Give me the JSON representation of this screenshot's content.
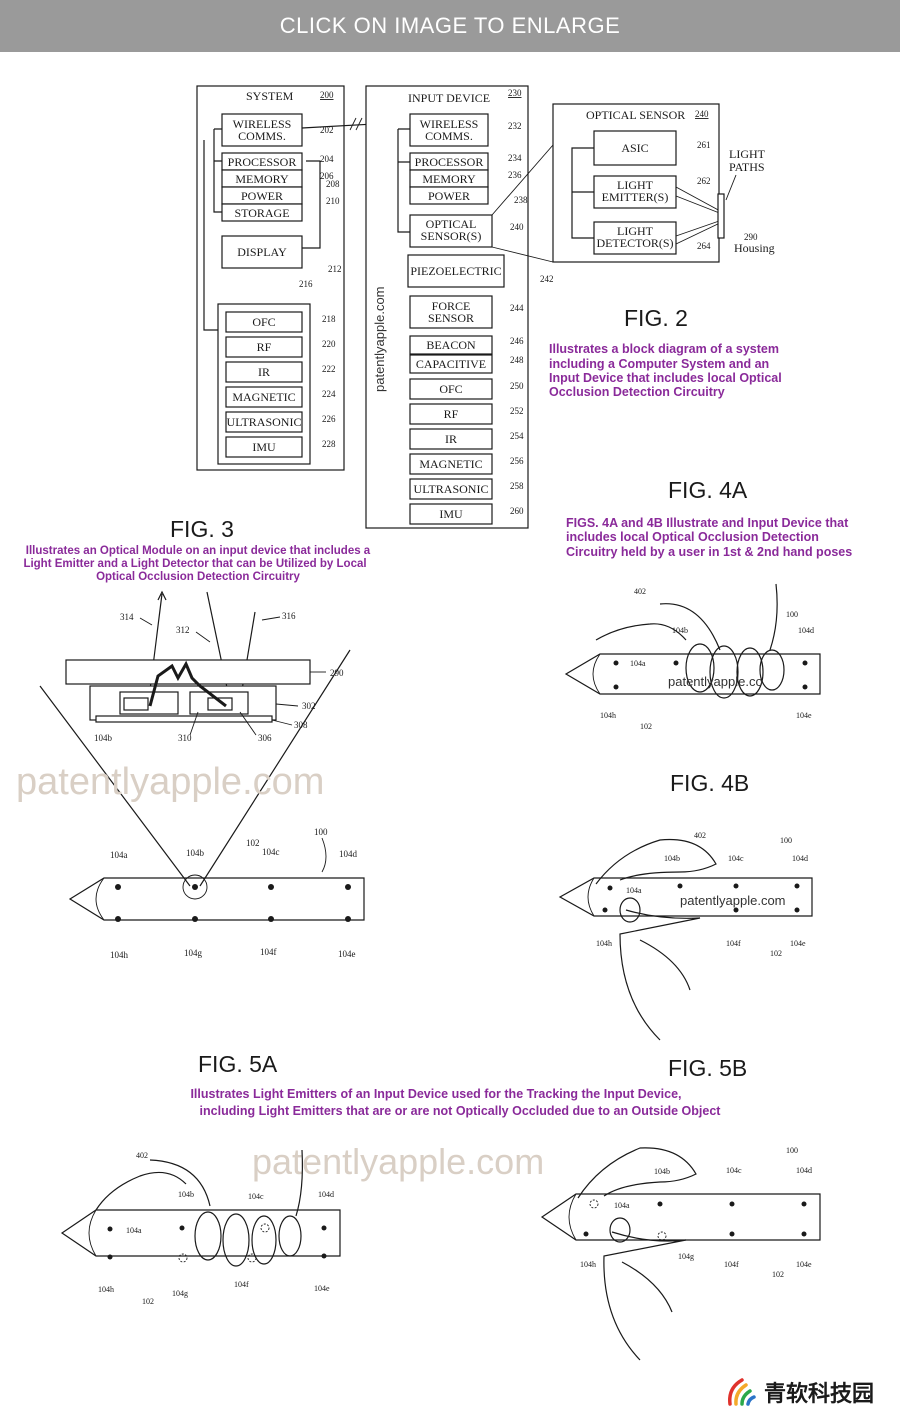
{
  "banner": {
    "text": "CLICK ON IMAGE TO ENLARGE"
  },
  "fig2": {
    "system": {
      "title": "SYSTEM",
      "ref": "200",
      "blocks": [
        {
          "label1": "WIRELESS",
          "label2": "COMMS.",
          "ref": "202"
        },
        {
          "label1": "PROCESSOR",
          "ref": "204"
        },
        {
          "label1": "MEMORY",
          "ref": "206"
        },
        {
          "label1": "POWER",
          "ref": "208"
        },
        {
          "label1": "STORAGE",
          "ref": "210"
        },
        {
          "label1": "DISPLAY",
          "ref": "212"
        }
      ],
      "group_ref": "216",
      "sensors": [
        {
          "label": "OFC",
          "ref": "218"
        },
        {
          "label": "RF",
          "ref": "220"
        },
        {
          "label": "IR",
          "ref": "222"
        },
        {
          "label": "MAGNETIC",
          "ref": "224"
        },
        {
          "label": "ULTRASONIC",
          "ref": "226"
        },
        {
          "label": "IMU",
          "ref": "228"
        }
      ]
    },
    "input_device": {
      "title": "INPUT DEVICE",
      "ref": "230",
      "watermark": "patentlyapple.com",
      "blocks": [
        {
          "label1": "WIRELESS",
          "label2": "COMMS.",
          "ref": "232"
        },
        {
          "label1": "PROCESSOR",
          "ref": "234"
        },
        {
          "label1": "MEMORY",
          "ref": "236"
        },
        {
          "label1": "POWER",
          "ref": "238"
        },
        {
          "label1": "OPTICAL",
          "label2": "SENSOR(S)",
          "ref": "240"
        },
        {
          "label1": "PIEZOELECTRIC",
          "ref": "242"
        },
        {
          "label1": "FORCE",
          "label2": "SENSOR",
          "ref": "244"
        },
        {
          "label1": "BEACON",
          "ref": "246"
        },
        {
          "label1": "CAPACITIVE",
          "ref": "248"
        },
        {
          "label1": "OFC",
          "ref": "250"
        },
        {
          "label1": "RF",
          "ref": "252"
        },
        {
          "label1": "IR",
          "ref": "254"
        },
        {
          "label1": "MAGNETIC",
          "ref": "256"
        },
        {
          "label1": "ULTRASONIC",
          "ref": "258"
        },
        {
          "label1": "IMU",
          "ref": "260"
        }
      ]
    },
    "optical_sensor": {
      "title": "OPTICAL SENSOR",
      "ref": "240",
      "asic": "ASIC",
      "asic_ref": "261",
      "emitter1": "LIGHT",
      "emitter2": "EMITTER(S)",
      "emitter_ref": "262",
      "detector1": "LIGHT",
      "detector2": "DETECTOR(S)",
      "detector_ref": "264",
      "light_paths1": "LIGHT",
      "light_paths2": "PATHS",
      "housing_ref": "290",
      "housing": "Housing"
    },
    "title": "FIG. 2",
    "caption": [
      "Illustrates a block diagram of a system",
      "including a Computer System and an",
      "Input Device that includes local Optical",
      "Occlusion Detection Circuitry"
    ]
  },
  "fig3": {
    "title": "FIG. 3",
    "caption": [
      "Illustrates an Optical Module on an input device that includes a",
      "Light Emitter and a Light Detector that can be Utilized by Local",
      "Optical Occlusion Detection Circuitry"
    ],
    "refs": {
      "r314": "314",
      "r312": "312",
      "r316": "316",
      "r290": "290",
      "r302": "302",
      "r308": "308",
      "r104b": "104b",
      "r310": "310",
      "r306": "306",
      "r102": "102",
      "r100": "100"
    },
    "leds_top": [
      "104a",
      "104b",
      "104c",
      "104d"
    ],
    "leds_bottom": [
      "104h",
      "104g",
      "104f",
      "104e"
    ],
    "watermark": "patentlyapple.com"
  },
  "fig4a": {
    "title": "FIG. 4A",
    "caption": [
      "FIGS. 4A and 4B Illustrate and Input Device that",
      "includes local Optical Occlusion Detection",
      "Circuitry held by a user in 1st & 2nd hand poses"
    ],
    "refs": {
      "r402": "402",
      "r100": "100",
      "r104b": "104b",
      "r104d": "104d",
      "r104a": "104a",
      "r104h": "104h",
      "r102": "102",
      "r104e": "104e"
    },
    "watermark": "patentlyapple.co"
  },
  "fig4b": {
    "title": "FIG. 4B",
    "refs": {
      "r402": "402",
      "r100": "100",
      "r104b": "104b",
      "r104c": "104c",
      "r104d": "104d",
      "r104a": "104a",
      "r104h": "104h",
      "r104f": "104f",
      "r102": "102",
      "r104e": "104e"
    },
    "watermark": "patentlyapple.com"
  },
  "fig5a": {
    "title": "FIG. 5A",
    "refs": {
      "r402": "402",
      "r104b": "104b",
      "r104c": "104c",
      "r104d": "104d",
      "r104a": "104a",
      "r104h": "104h",
      "r104g": "104g",
      "r104f": "104f",
      "r102": "102",
      "r104e": "104e"
    }
  },
  "fig5b": {
    "title": "FIG. 5B",
    "refs": {
      "r100": "100",
      "r104b": "104b",
      "r104c": "104c",
      "r104d": "104d",
      "r104a": "104a",
      "r104h": "104h",
      "r104g": "104g",
      "r104f": "104f",
      "r102": "102",
      "r104e": "104e"
    }
  },
  "fig5_caption": [
    "Illustrates Light Emitters of an Input Device used for the Tracking the Input Device,",
    "including Light Emitters that are or are not Optically Occluded due to an Outside Object"
  ],
  "fig5_watermark": "patentlyapple.com",
  "logo": {
    "text": "青软科技园"
  },
  "colors": {
    "banner": "#9a9a9a",
    "caption": "#8a2a9a",
    "watermark": "#d9cfc5"
  }
}
